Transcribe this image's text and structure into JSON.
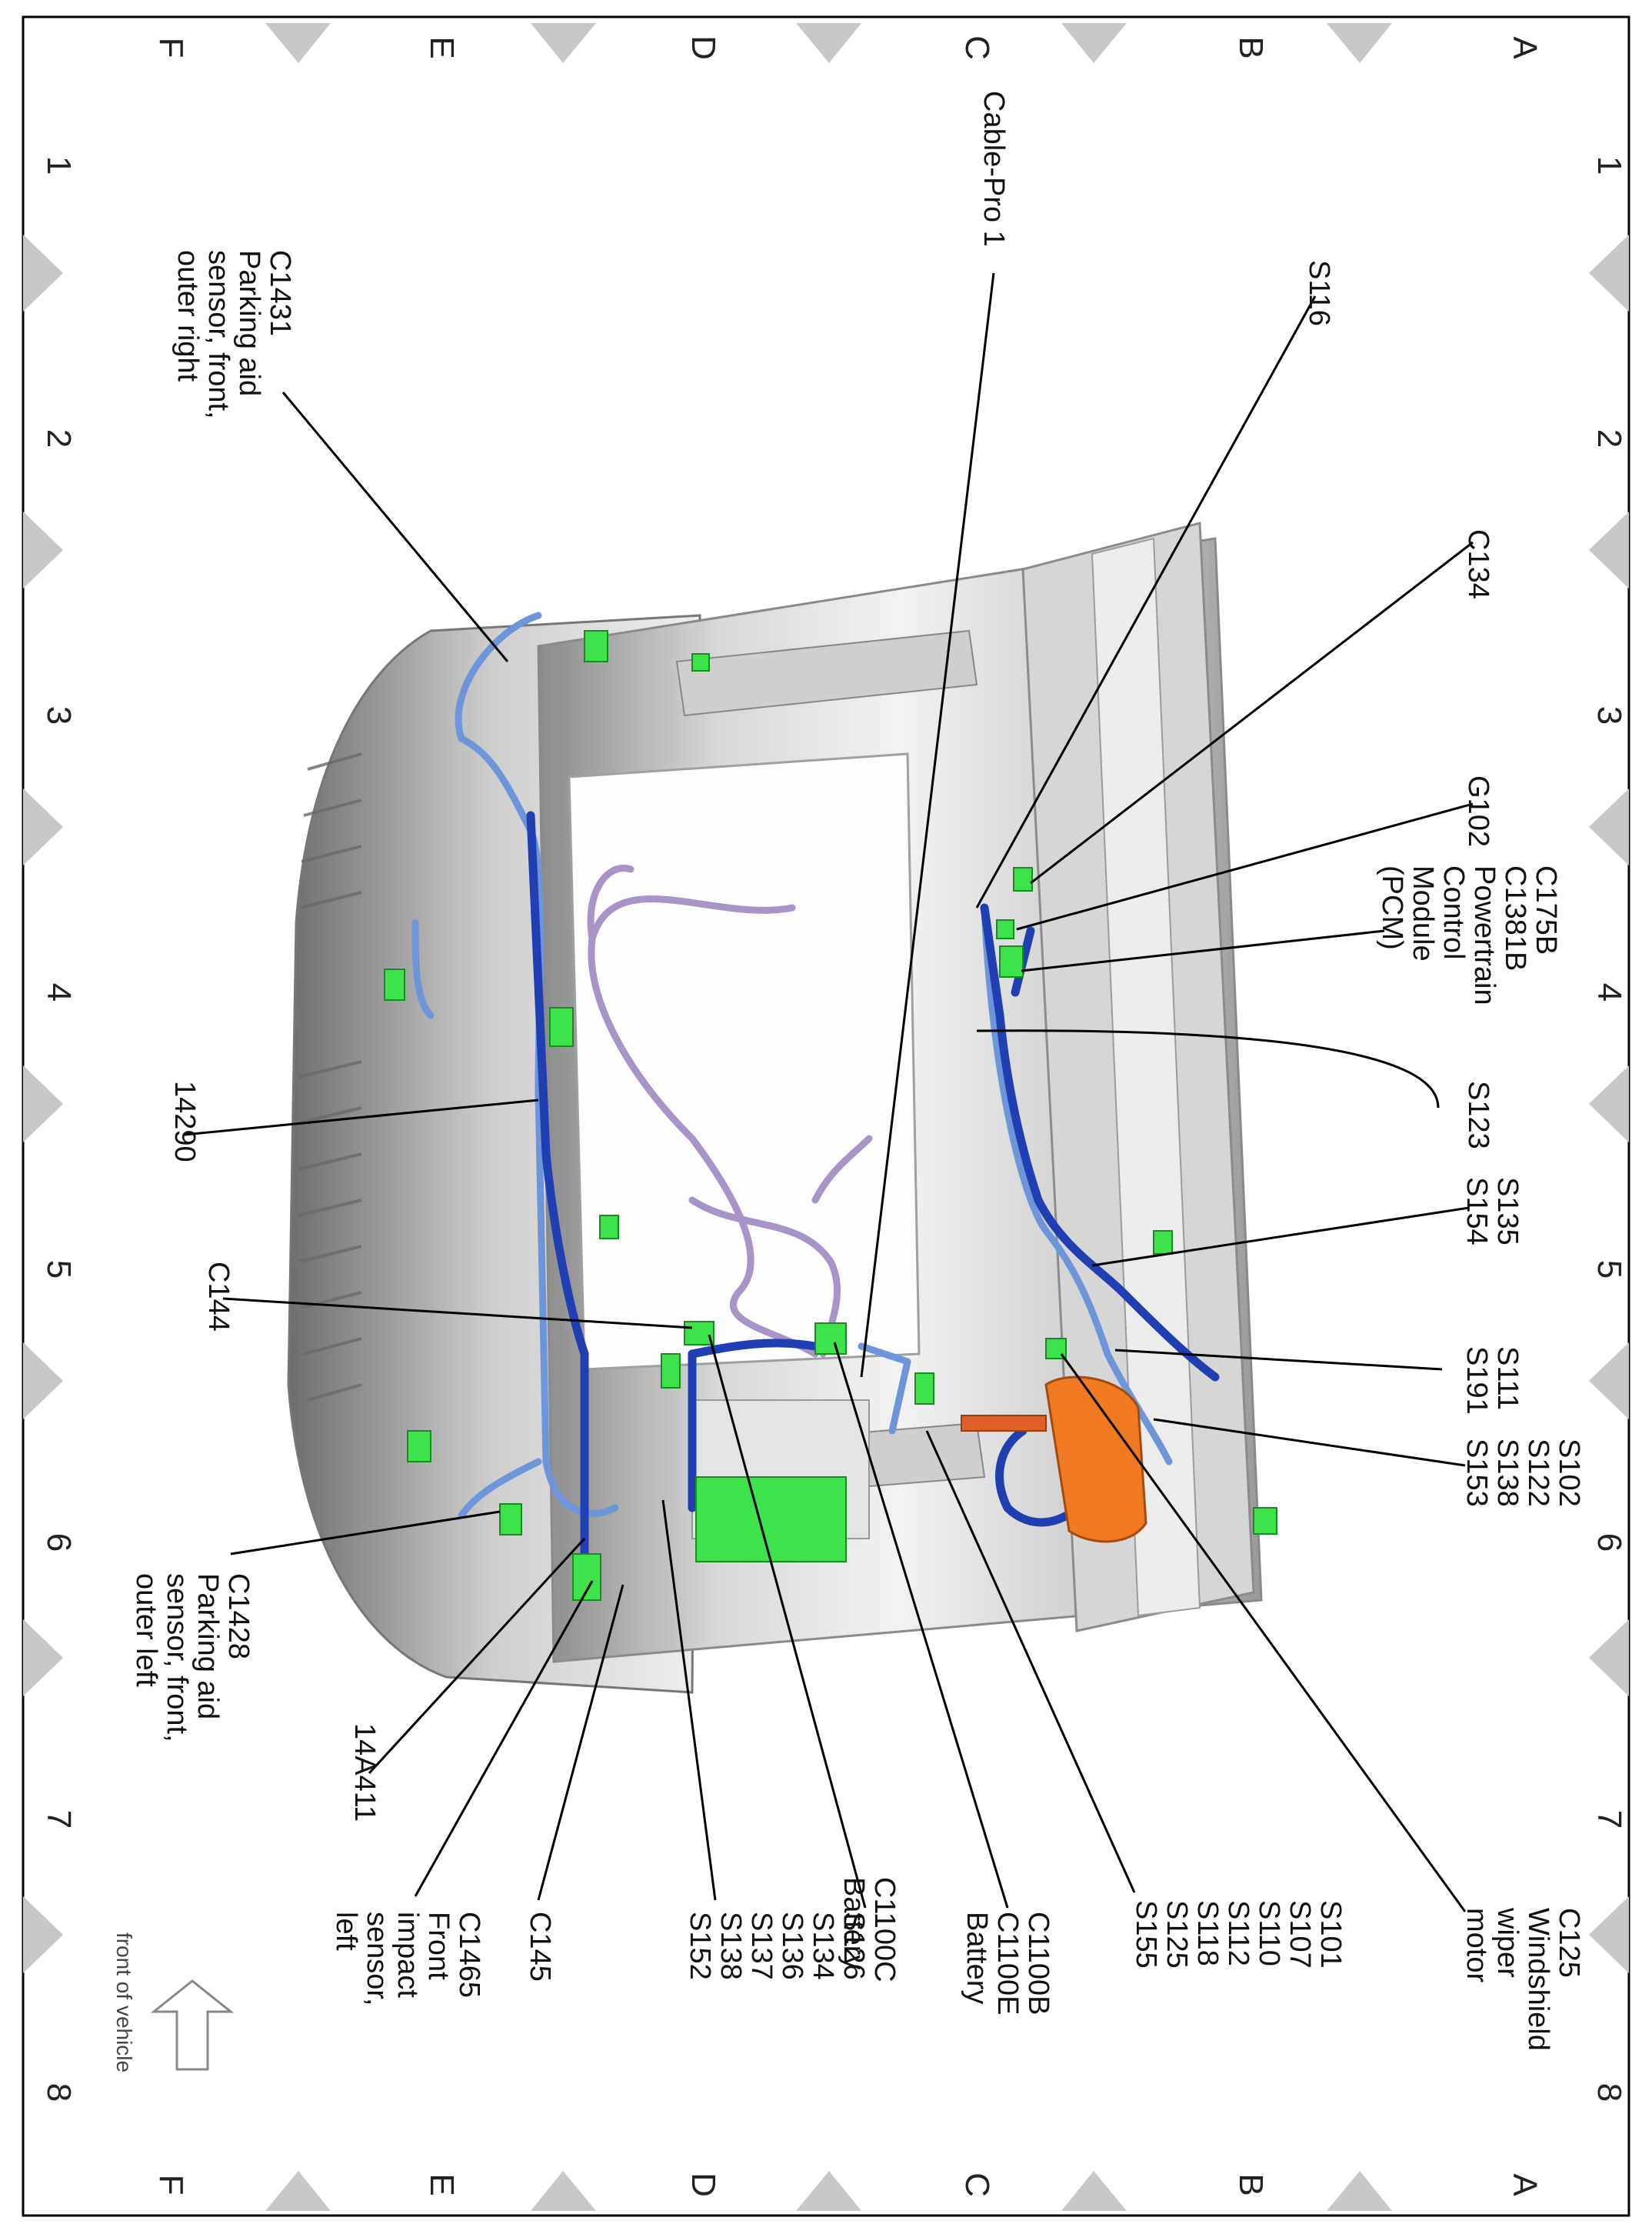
{
  "grid": {
    "rows": [
      "A",
      "B",
      "C",
      "D",
      "E",
      "F"
    ],
    "cols": [
      "1",
      "2",
      "3",
      "4",
      "5",
      "6",
      "7",
      "8"
    ]
  },
  "front_indicator": "front of vehicle",
  "labels": {
    "cable_pro": [
      "Cable-Pro 1"
    ],
    "s116": [
      "S116"
    ],
    "c134": [
      "C134"
    ],
    "g102": [
      "G102"
    ],
    "pcm": [
      "C175B",
      "C1381B",
      "Powertrain",
      "Control",
      "Module",
      "(PCM)"
    ],
    "s123": [
      "S123"
    ],
    "s135": [
      "S135",
      "S154"
    ],
    "s111": [
      "S111",
      "S191"
    ],
    "s102": [
      "S102",
      "S122",
      "S138",
      "S153"
    ],
    "c125": [
      "C125",
      "Windshield",
      "wiper",
      "motor"
    ],
    "s101": [
      "S101",
      "S107",
      "S110",
      "S112",
      "S118",
      "S125",
      "S155"
    ],
    "c1100b": [
      "C1100B",
      "C1100E",
      "Battery"
    ],
    "c1100c": [
      "C1100C",
      "Battery"
    ],
    "s126": [
      "S126",
      "S134",
      "S136",
      "S137",
      "S138",
      "S152"
    ],
    "c145": [
      "C145"
    ],
    "c1465": [
      "C1465",
      "Front",
      "impact",
      "sensor,",
      "left"
    ],
    "a14a411": [
      "14A411"
    ],
    "c1428": [
      "C1428",
      "Parking aid",
      "sensor, front,",
      "outer left"
    ],
    "c144": [
      "C144"
    ],
    "n14290": [
      "14290"
    ],
    "c1431": [
      "C1431",
      "Parking aid",
      "sensor, front,",
      "outer right"
    ]
  },
  "colors": {
    "harness_dark": "#1f3fb3",
    "harness_light": "#6d96da",
    "harness_purple": "#a894c8",
    "connector": "#3ee24a",
    "wiper_motor": "#f07a22",
    "body_grey": "#bfbfbf",
    "border_triangle": "#c8c8c8"
  }
}
